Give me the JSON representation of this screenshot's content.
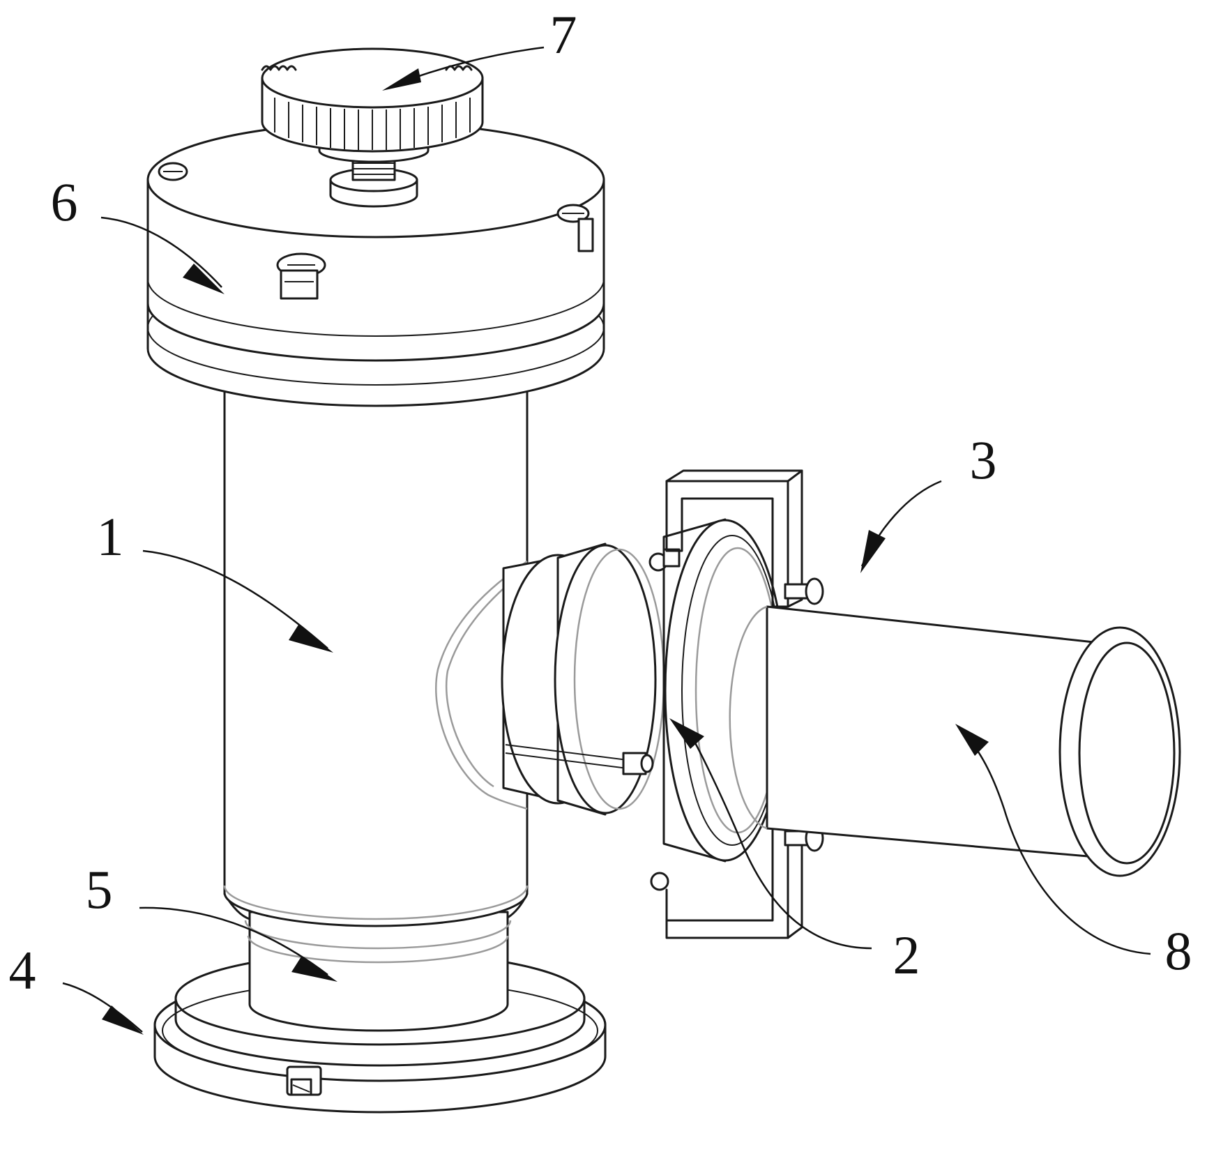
{
  "figure": {
    "callouts": [
      {
        "id": "c1",
        "label": "1"
      },
      {
        "id": "c2",
        "label": "2"
      },
      {
        "id": "c3",
        "label": "3"
      },
      {
        "id": "c4",
        "label": "4"
      },
      {
        "id": "c5",
        "label": "5"
      },
      {
        "id": "c6",
        "label": "6"
      },
      {
        "id": "c7",
        "label": "7"
      },
      {
        "id": "c8",
        "label": "8"
      }
    ]
  }
}
